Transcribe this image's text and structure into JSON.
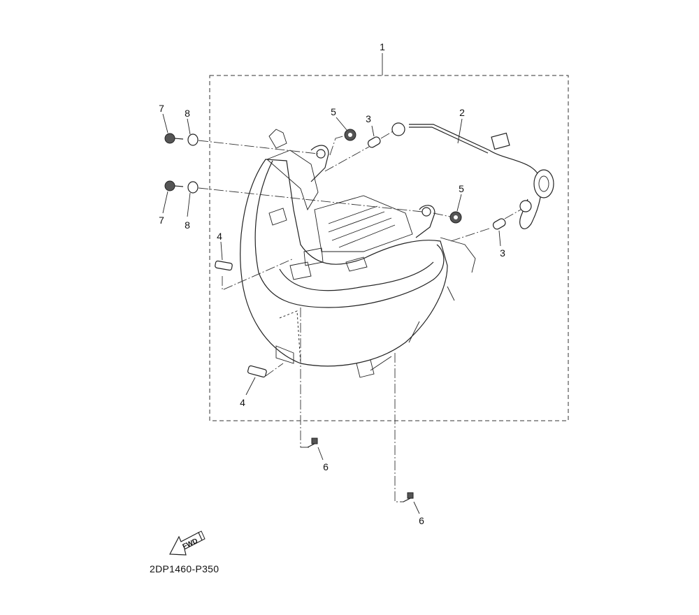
{
  "diagram": {
    "drawing_code": "2DP1460-P350",
    "fwd_label": "FWD",
    "callouts": {
      "c1": "1",
      "c2": "2",
      "c3a": "3",
      "c3b": "3",
      "c4a": "4",
      "c4b": "4",
      "c5a": "5",
      "c5b": "5",
      "c6a": "6",
      "c6b": "6",
      "c7a": "7",
      "c7b": "7",
      "c8a": "8",
      "c8b": "8"
    }
  }
}
